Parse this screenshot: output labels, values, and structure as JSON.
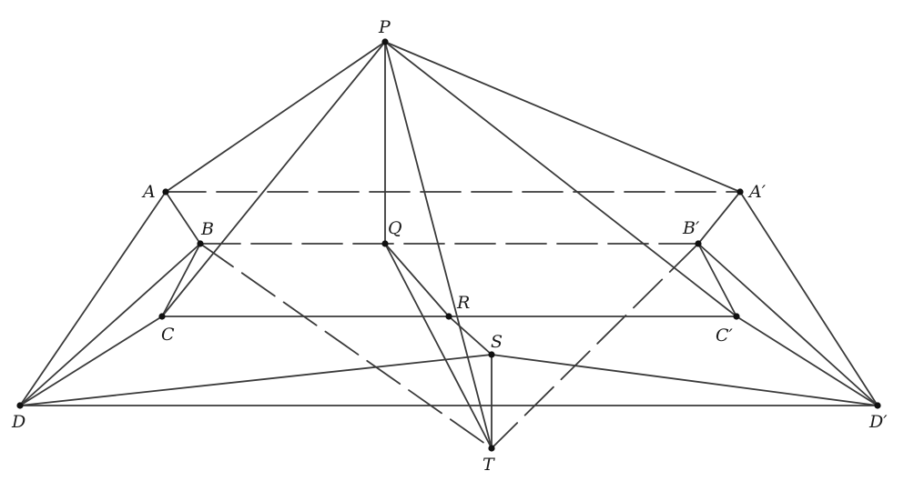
{
  "diagram": {
    "points": [
      {
        "id": "P",
        "label": "P"
      },
      {
        "id": "A",
        "label": "A"
      },
      {
        "id": "B",
        "label": "B"
      },
      {
        "id": "C",
        "label": "C"
      },
      {
        "id": "D",
        "label": "D"
      },
      {
        "id": "A2",
        "label": "A′"
      },
      {
        "id": "B2",
        "label": "B′"
      },
      {
        "id": "C2",
        "label": "C′"
      },
      {
        "id": "D2",
        "label": "D′"
      },
      {
        "id": "Q",
        "label": "Q"
      },
      {
        "id": "R",
        "label": "R"
      },
      {
        "id": "S",
        "label": "S"
      },
      {
        "id": "T",
        "label": "T"
      }
    ],
    "edges": [
      [
        "P",
        "A"
      ],
      [
        "P",
        "A2"
      ],
      [
        "P",
        "Q"
      ],
      [
        "P",
        "C"
      ],
      [
        "P",
        "T"
      ],
      [
        "P",
        "C2"
      ],
      [
        "A",
        "B"
      ],
      [
        "B",
        "C"
      ],
      [
        "A",
        "D"
      ],
      [
        "B",
        "D"
      ],
      [
        "C",
        "D"
      ],
      [
        "A2",
        "B2"
      ],
      [
        "B2",
        "C2"
      ],
      [
        "A2",
        "D2"
      ],
      [
        "B2",
        "D2"
      ],
      [
        "C2",
        "D2"
      ],
      [
        "C",
        "C2"
      ],
      [
        "D",
        "D2"
      ],
      [
        "D",
        "S"
      ],
      [
        "S",
        "D2"
      ],
      [
        "S",
        "T"
      ],
      [
        "Q",
        "R"
      ],
      [
        "R",
        "S"
      ],
      [
        "Q",
        "T"
      ]
    ],
    "dashed_edges": [
      [
        "A",
        "A2"
      ],
      [
        "B",
        "B2"
      ],
      [
        "B",
        "T"
      ],
      [
        "B2",
        "T"
      ]
    ]
  }
}
